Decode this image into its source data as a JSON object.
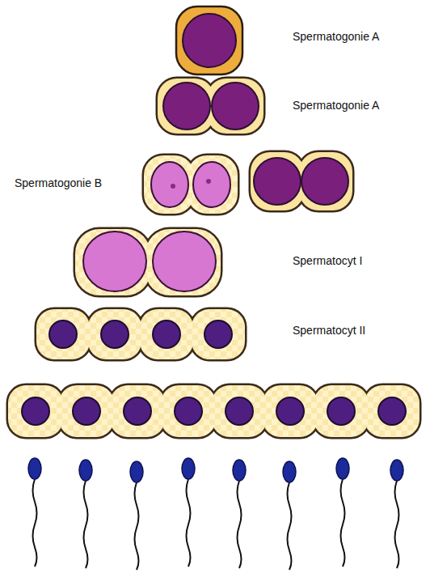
{
  "diagram": {
    "labels": [
      "Spermatogonie A",
      "Spermatogonie A",
      "Spermatogonie B",
      "Spermatocyt I",
      "Spermatocyt II"
    ]
  }
}
